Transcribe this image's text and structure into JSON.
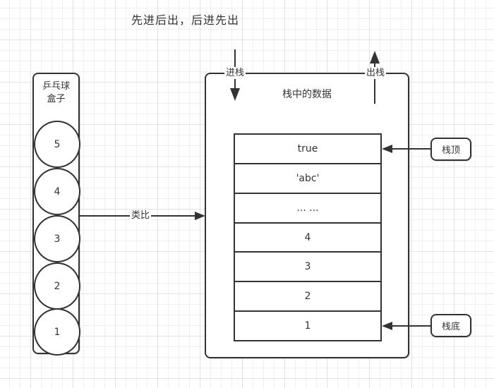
{
  "title": "先进后出，后进先出",
  "left_box": {
    "label_line1": "乒乓球",
    "label_line2": "盒子",
    "balls": [
      "5",
      "4",
      "3",
      "2",
      "1"
    ]
  },
  "analogy_arrow": {
    "label": "类比"
  },
  "stack_box": {
    "title": "栈中的数据",
    "push_label": "进栈",
    "pop_label": "出栈",
    "rows": [
      "true",
      "'abc'",
      "... ...",
      "4",
      "3",
      "2",
      "1"
    ]
  },
  "annotations": {
    "top_label": "栈顶",
    "bottom_label": "栈底"
  },
  "colors": {
    "stroke": "#333333",
    "text": "#333333",
    "background": "#ffffff",
    "grid_minor": "#f0f0f0",
    "grid_major": "#e2e2e2"
  }
}
